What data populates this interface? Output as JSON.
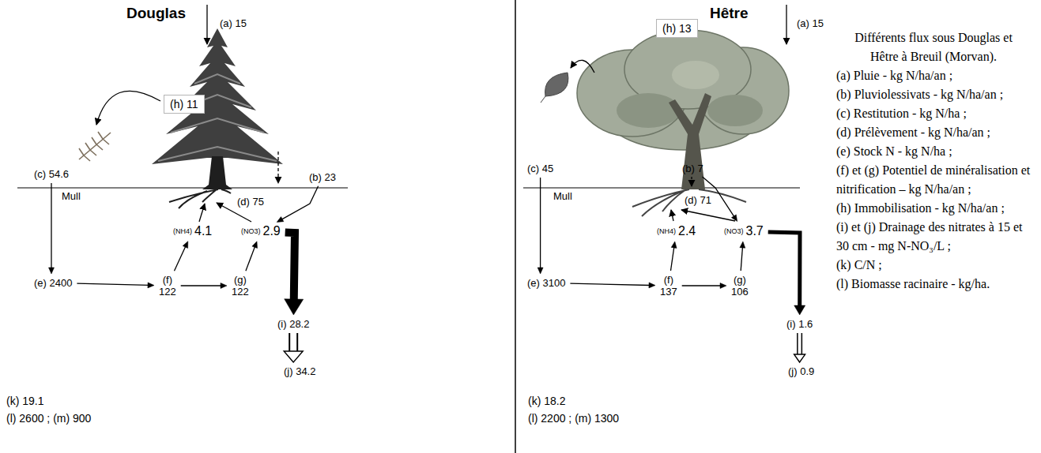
{
  "diagram": {
    "caption": "Différents flux sous Douglas et Hêtre à Breuil (Morvan).",
    "nodes": [
      {
        "text": [
          "(h) 11"
        ]
      },
      {
        "text": [
          "(c) 54.6"
        ]
      },
      {
        "text": [
          "(b) 23"
        ]
      },
      {
        "text": [
          "(NH4)",
          "4.1"
        ]
      },
      {
        "text": [
          "(NO3)",
          "2.9"
        ]
      },
      {
        "text": [
          "(e) 2400"
        ]
      },
      {
        "text": [
          "(f) 122"
        ]
      },
      {
        "text": [
          "(g) 122"
        ]
      },
      {
        "text": [
          "(i) 28.2"
        ]
      },
      {
        "text": [
          "(j) 34.2"
        ]
      },
      {
        "text": [
          "(h) 13"
        ]
      },
      {
        "text": [
          "(c) 45"
        ]
      },
      {
        "text": [
          "(b) 7"
        ]
      },
      {
        "text": [
          "(NH4)",
          "2.4"
        ]
      },
      {
        "text": [
          "(NO3)",
          "3.7"
        ]
      },
      {
        "text": [
          "(e) 3100"
        ]
      },
      {
        "text": [
          "(f) 137"
        ]
      },
      {
        "text": [
          "(g) 106"
        ]
      },
      {
        "text": [
          "(i) 1.6"
        ]
      },
      {
        "text": [
          "(j) 0.9"
        ]
      }
    ],
    "edges": [
      {
        "from": 1,
        "to": 5,
        "arrow": "to"
      },
      {
        "from": 5,
        "to": 6,
        "arrow": "to"
      },
      {
        "from": 6,
        "to": 7,
        "arrow": "to"
      },
      {
        "from": 7,
        "to": 4,
        "arrow": "to"
      },
      {
        "from": 6,
        "to": 3,
        "arrow": "to"
      },
      {
        "from": 2,
        "to": 4,
        "arrow": "to"
      },
      {
        "from": 4,
        "to": 8,
        "arrow": "to"
      },
      {
        "from": 8,
        "to": 9,
        "arrow": "to"
      },
      {
        "from": 11,
        "to": 15,
        "arrow": "to"
      },
      {
        "from": 15,
        "to": 16,
        "arrow": "to"
      },
      {
        "from": 16,
        "to": 17,
        "arrow": "to"
      },
      {
        "from": 17,
        "to": 14,
        "arrow": "to"
      },
      {
        "from": 16,
        "to": 13,
        "arrow": "to"
      },
      {
        "from": 12,
        "to": 14,
        "arrow": "to"
      },
      {
        "from": 14,
        "to": 18,
        "arrow": "to"
      },
      {
        "from": 18,
        "to": 19,
        "arrow": "to"
      }
    ],
    "labels": [
      "Douglas",
      "(a) 15",
      "Mull",
      "(d) 75",
      "(k) 19.1",
      "(l) 2600 ; (m) 900",
      "Hêtre",
      "(a) 15",
      "Mull",
      "(d) 71",
      "(k) 18.2",
      "(l) 2200 ; (m) 1300"
    ],
    "legend": [
      {
        "text": "(a) Pluie - kg N/ha/an ;"
      },
      {
        "text": "(b) Pluviolessivats - kg N/ha/an ;"
      },
      {
        "text": "(c) Restitution - kg N/ha ;"
      },
      {
        "text": "(d) Prélèvement - kg N/ha/an ;"
      },
      {
        "text": "(e) Stock N - kg N/ha ;"
      },
      {
        "text": "(f) et (g) Potentiel de minéralisation et nitrification – kg N/ha/an ;"
      },
      {
        "text": "(h) Immobilisation - kg N/ha/an ;"
      },
      {
        "text": "(i) et (j) Drainage des nitrates à 15 et 30 cm - mg N-NO₃/L ;"
      },
      {
        "text": "(k) C/N ;"
      },
      {
        "text": "(l) Biomasse racinaire - kg/ha."
      }
    ]
  }
}
